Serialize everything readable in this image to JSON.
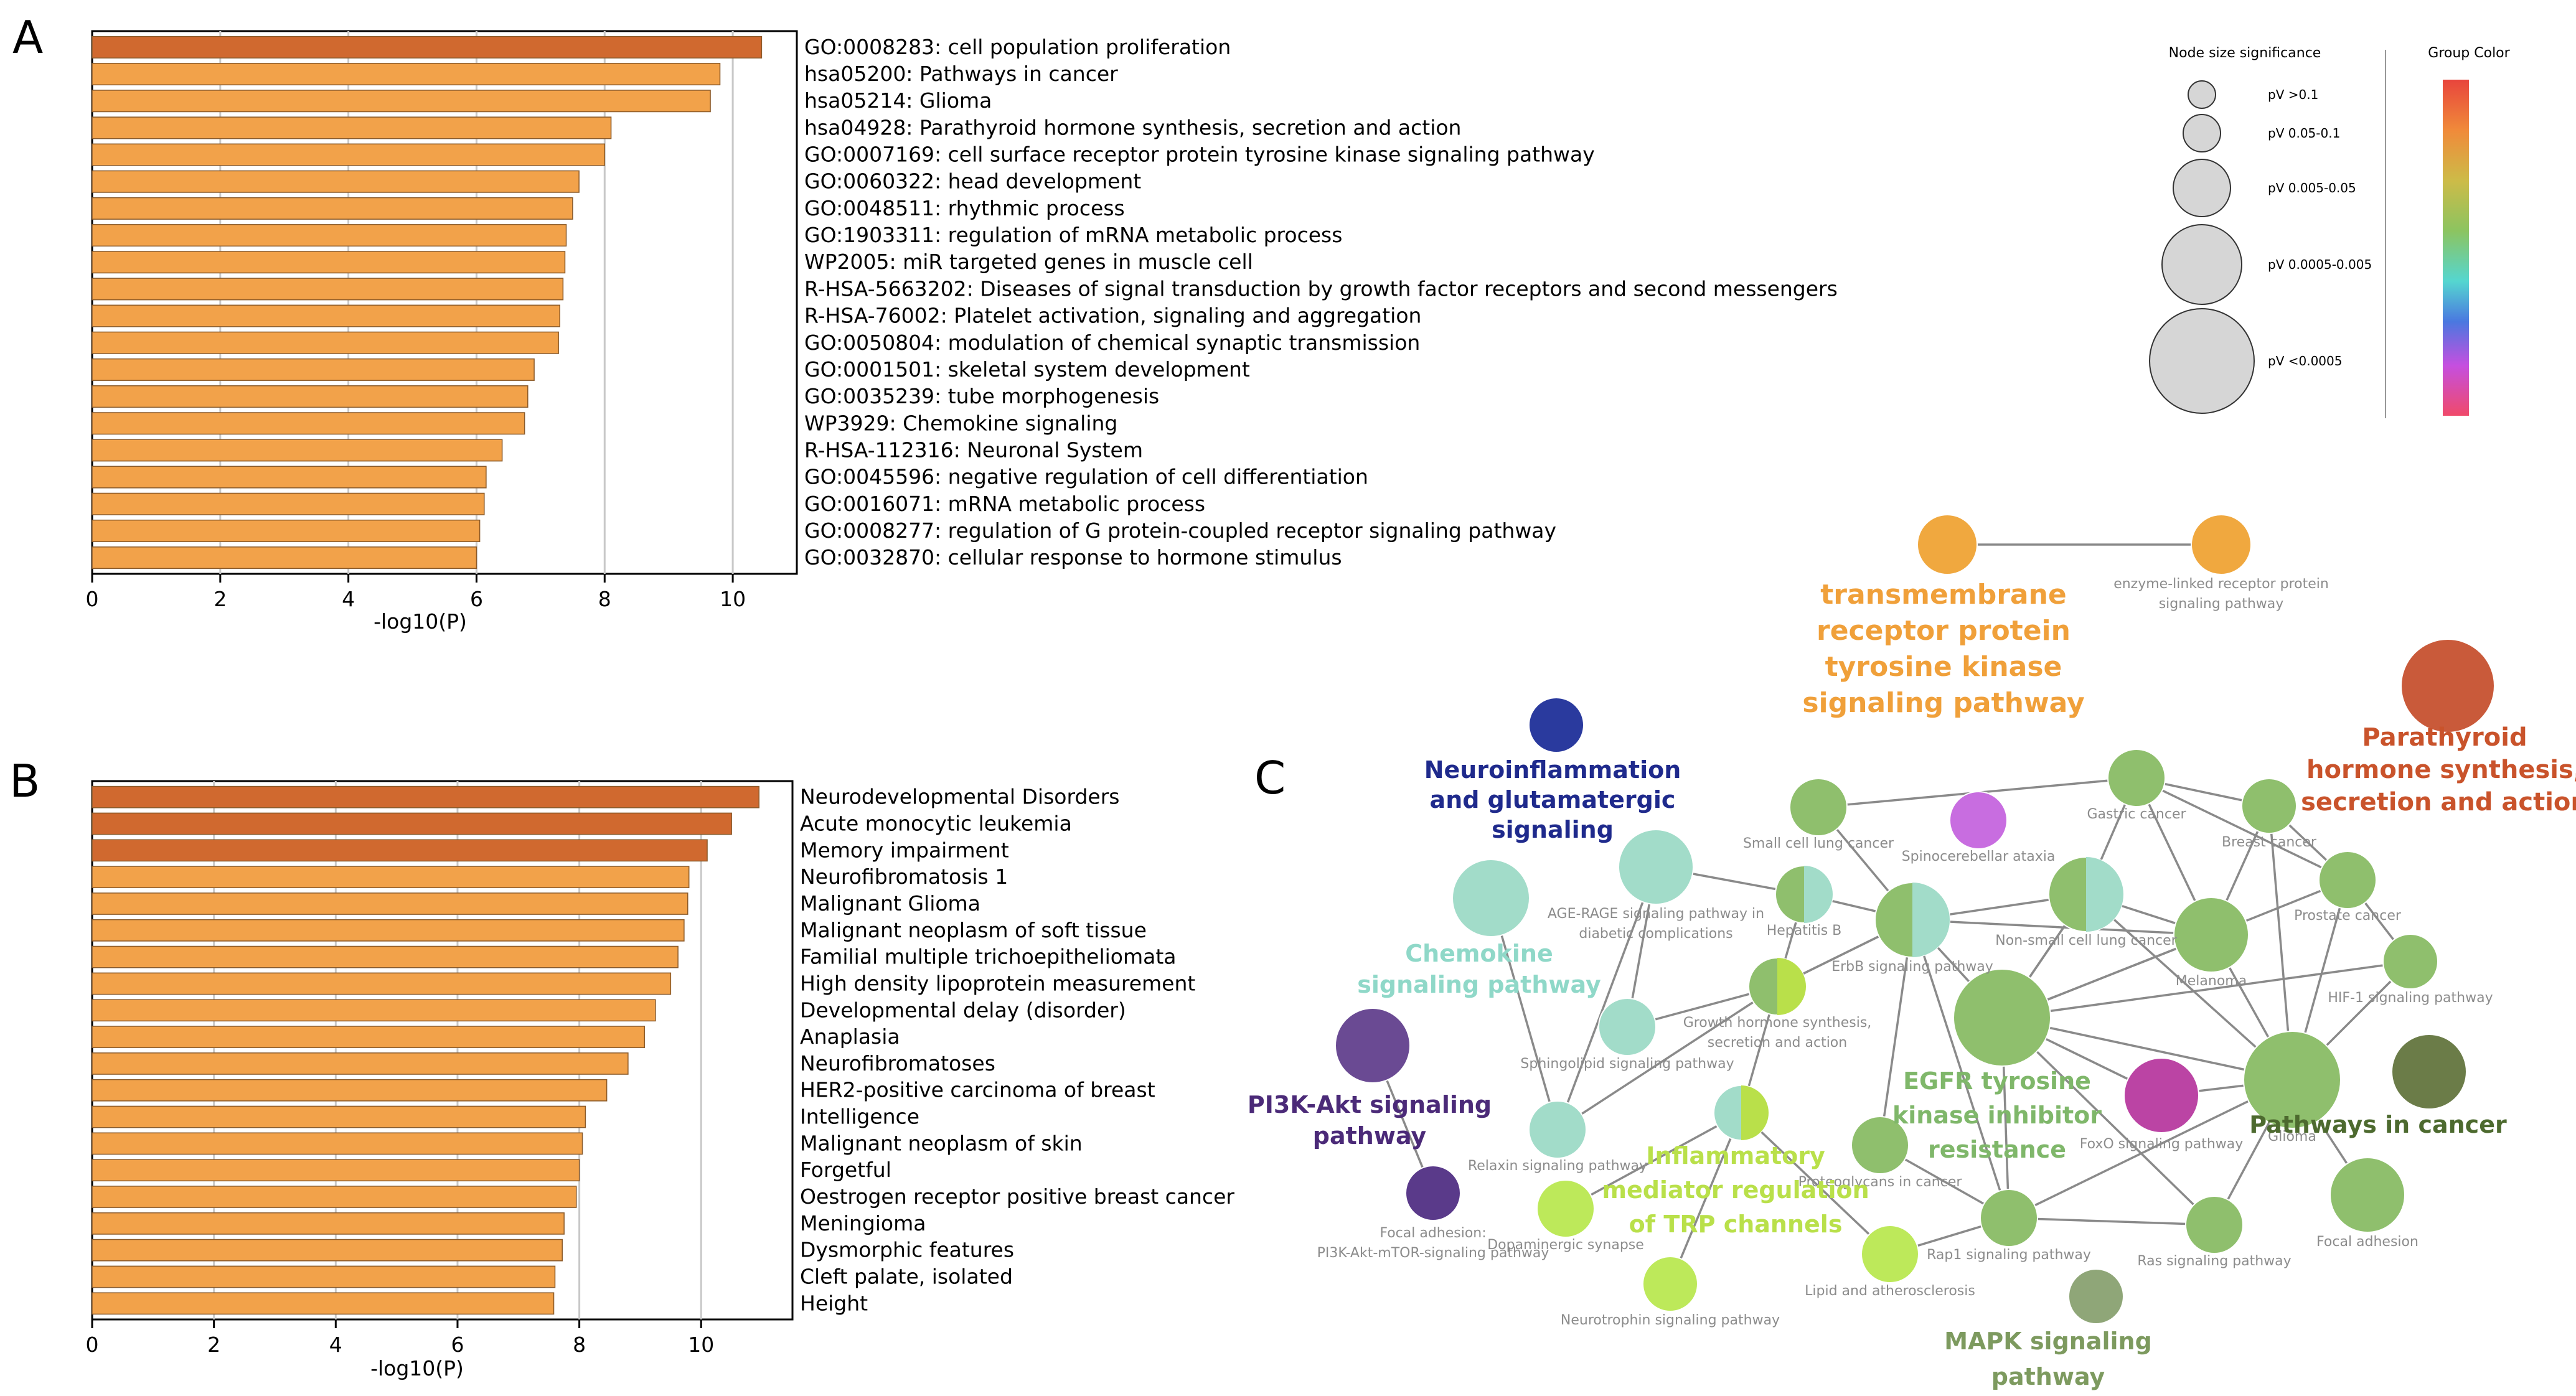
{
  "panels": {
    "A": {
      "letter": "A",
      "xlabel": "-log10(P)",
      "ticks": [
        0,
        2,
        4,
        6,
        8,
        10
      ],
      "xlim": [
        0,
        11
      ],
      "terms": [
        {
          "label": "GO:0008283: cell population proliferation",
          "value": 10.45,
          "hi": true
        },
        {
          "label": "hsa05200: Pathways in cancer",
          "value": 9.8,
          "hi": false
        },
        {
          "label": "hsa05214: Glioma",
          "value": 9.65,
          "hi": false
        },
        {
          "label": "hsa04928: Parathyroid hormone synthesis, secretion and action",
          "value": 8.1,
          "hi": false
        },
        {
          "label": "GO:0007169: cell surface receptor protein tyrosine kinase signaling pathway",
          "value": 8.0,
          "hi": false
        },
        {
          "label": "GO:0060322: head development",
          "value": 7.6,
          "hi": false
        },
        {
          "label": "GO:0048511: rhythmic process",
          "value": 7.5,
          "hi": false
        },
        {
          "label": "GO:1903311: regulation of mRNA metabolic process",
          "value": 7.4,
          "hi": false
        },
        {
          "label": "WP2005: miR targeted genes in muscle cell",
          "value": 7.38,
          "hi": false
        },
        {
          "label": "R-HSA-5663202: Diseases of signal transduction by growth factor receptors and second messengers",
          "value": 7.35,
          "hi": false
        },
        {
          "label": "R-HSA-76002: Platelet activation, signaling and aggregation",
          "value": 7.3,
          "hi": false
        },
        {
          "label": "GO:0050804: modulation of chemical synaptic transmission",
          "value": 7.28,
          "hi": false
        },
        {
          "label": "GO:0001501: skeletal system development",
          "value": 6.9,
          "hi": false
        },
        {
          "label": "GO:0035239: tube morphogenesis",
          "value": 6.8,
          "hi": false
        },
        {
          "label": "WP3929: Chemokine signaling",
          "value": 6.75,
          "hi": false
        },
        {
          "label": "R-HSA-112316: Neuronal System",
          "value": 6.4,
          "hi": false
        },
        {
          "label": "GO:0045596: negative regulation of cell differentiation",
          "value": 6.15,
          "hi": false
        },
        {
          "label": "GO:0016071: mRNA metabolic process",
          "value": 6.12,
          "hi": false
        },
        {
          "label": "GO:0008277: regulation of G protein-coupled receptor signaling pathway",
          "value": 6.05,
          "hi": false
        },
        {
          "label": "GO:0032870: cellular response to hormone stimulus",
          "value": 6.0,
          "hi": false
        }
      ]
    },
    "B": {
      "letter": "B",
      "xlabel": "-log10(P)",
      "ticks": [
        0,
        2,
        4,
        6,
        8,
        10
      ],
      "xlim": [
        0,
        11.5
      ],
      "terms": [
        {
          "label": "Neurodevelopmental Disorders",
          "value": 10.95,
          "hi": true
        },
        {
          "label": "Acute monocytic leukemia",
          "value": 10.5,
          "hi": true
        },
        {
          "label": "Memory impairment",
          "value": 10.1,
          "hi": true
        },
        {
          "label": "Neurofibromatosis 1",
          "value": 9.8,
          "hi": false
        },
        {
          "label": "Malignant Glioma",
          "value": 9.78,
          "hi": false
        },
        {
          "label": "Malignant neoplasm of soft tissue",
          "value": 9.72,
          "hi": false
        },
        {
          "label": "Familial multiple trichoepitheliomata",
          "value": 9.62,
          "hi": false
        },
        {
          "label": "High density lipoprotein measurement",
          "value": 9.5,
          "hi": false
        },
        {
          "label": "Developmental delay (disorder)",
          "value": 9.25,
          "hi": false
        },
        {
          "label": "Anaplasia",
          "value": 9.07,
          "hi": false
        },
        {
          "label": "Neurofibromatoses",
          "value": 8.8,
          "hi": false
        },
        {
          "label": "HER2-positive carcinoma of breast",
          "value": 8.45,
          "hi": false
        },
        {
          "label": "Intelligence",
          "value": 8.1,
          "hi": false
        },
        {
          "label": "Malignant neoplasm of skin",
          "value": 8.05,
          "hi": false
        },
        {
          "label": "Forgetful",
          "value": 8.0,
          "hi": false
        },
        {
          "label": "Oestrogen receptor positive breast cancer",
          "value": 7.95,
          "hi": false
        },
        {
          "label": "Meningioma",
          "value": 7.75,
          "hi": false
        },
        {
          "label": "Dysmorphic features",
          "value": 7.72,
          "hi": false
        },
        {
          "label": "Cleft palate, isolated",
          "value": 7.6,
          "hi": false
        },
        {
          "label": "Height",
          "value": 7.58,
          "hi": false
        }
      ]
    },
    "C": {
      "letter": "C",
      "legend": {
        "size_title": "Node size significance",
        "color_title": "Group Color",
        "sizes": [
          "pV >0.1",
          "pV 0.05-0.1",
          "pV 0.005-0.05",
          "pV 0.0005-0.005",
          "pV <0.0005"
        ]
      },
      "clusters": [
        {
          "id": "tm",
          "lines": [
            "transmembrane",
            "receptor protein",
            "tyrosine kinase",
            "signaling pathway"
          ],
          "color": "#f0a03a"
        },
        {
          "id": "pth",
          "lines": [
            "Parathyroid",
            "hormone synthesis,",
            "secretion and action"
          ],
          "color": "#c9532b"
        },
        {
          "id": "neuro",
          "lines": [
            "Neuroinflammation",
            "and glutamatergic",
            "signaling"
          ],
          "color": "#1f2a8c"
        },
        {
          "id": "chemo",
          "lines": [
            "Chemokine",
            "signaling pathway"
          ],
          "color": "#8fd8c8"
        },
        {
          "id": "pi3k",
          "lines": [
            "PI3K-Akt signaling",
            "pathway"
          ],
          "color": "#4b2a78"
        },
        {
          "id": "egfr",
          "lines": [
            "EGFR tyrosine",
            "kinase inhibitor",
            "resistance"
          ],
          "color": "#7fb76a"
        },
        {
          "id": "trp",
          "lines": [
            "Inflammatory",
            "mediator regulation",
            "of TRP channels"
          ],
          "color": "#b9e04a"
        },
        {
          "id": "mapk",
          "lines": [
            "MAPK signaling",
            "pathway"
          ],
          "color": "#7d9a5f"
        },
        {
          "id": "pic",
          "lines": [
            "Pathways in cancer"
          ],
          "color": "#4d6a2f"
        }
      ],
      "nodes": [
        {
          "id": "n1",
          "lines": [
            ""
          ],
          "color": "#f0a83f"
        },
        {
          "id": "n2",
          "lines": [
            "enzyme-linked receptor protein",
            "signaling pathway"
          ],
          "color": "#f0a83f"
        },
        {
          "id": "n3",
          "lines": [
            ""
          ],
          "color": "#c95a3a"
        },
        {
          "id": "n4",
          "lines": [
            ""
          ],
          "color": "#2a3a9e"
        },
        {
          "id": "n5",
          "lines": [
            "Small cell lung cancer"
          ],
          "color": "#8fbf6d"
        },
        {
          "id": "n6",
          "lines": [
            "Gastric cancer"
          ],
          "color": "#8fbf6d"
        },
        {
          "id": "n7",
          "lines": [
            "Spinocerebellar ataxia"
          ],
          "color": "#c86de0"
        },
        {
          "id": "n8",
          "lines": [
            "Breast cancer"
          ],
          "color": "#8fbf6d"
        },
        {
          "id": "n9",
          "lines": [
            "AGE-RAGE signaling pathway in",
            "diabetic complications"
          ],
          "color": "#a2dcc9"
        },
        {
          "id": "n10",
          "lines": [
            ""
          ],
          "color": "#a2dcc9"
        },
        {
          "id": "n11",
          "lines": [
            "Hepatitis B"
          ],
          "color": "#8fbf6d",
          "split": "#a2dcc9"
        },
        {
          "id": "n12",
          "lines": [
            "ErbB signaling pathway"
          ],
          "color": "#8fbf6d",
          "split": "#a2dcc9"
        },
        {
          "id": "n13",
          "lines": [
            "Non-small cell lung cancer"
          ],
          "color": "#8fbf6d",
          "split": "#a2dcc9"
        },
        {
          "id": "n14",
          "lines": [
            "Prostate cancer"
          ],
          "color": "#8fbf6d"
        },
        {
          "id": "n15",
          "lines": [
            "Melanoma"
          ],
          "color": "#8fbf6d"
        },
        {
          "id": "n16",
          "lines": [
            "HIF-1 signaling pathway"
          ],
          "color": "#8fbf6d"
        },
        {
          "id": "n17",
          "lines": [
            "Growth hormone synthesis,",
            "secretion and action"
          ],
          "color": "#8fbf6d",
          "split": "#b9e04a"
        },
        {
          "id": "n18",
          "lines": [
            "Sphingolipid signaling pathway"
          ],
          "color": "#a2dcc9"
        },
        {
          "id": "n19",
          "lines": [
            ""
          ],
          "color": "#6a4a93"
        },
        {
          "id": "n20",
          "lines": [
            ""
          ],
          "color": "#8fbf6d"
        },
        {
          "id": "n21",
          "lines": [
            "FoxO signaling pathway"
          ],
          "color": "#bb44a4"
        },
        {
          "id": "n22",
          "lines": [
            "Glioma"
          ],
          "color": "#8fbf6d"
        },
        {
          "id": "n23",
          "lines": [
            ""
          ],
          "color": "#6b7c48"
        },
        {
          "id": "n24",
          "lines": [
            "Relaxin signaling pathway"
          ],
          "color": "#a2dcc9"
        },
        {
          "id": "n25",
          "lines": [
            ""
          ],
          "color": "#a2dcc9",
          "split": "#b9e04a"
        },
        {
          "id": "n26",
          "lines": [
            "Proteoglycans in cancer"
          ],
          "color": "#8fbf6d"
        },
        {
          "id": "n27",
          "lines": [
            "Focal adhesion:",
            "PI3K-Akt-mTOR-signaling pathway"
          ],
          "color": "#5a3a8a"
        },
        {
          "id": "n28",
          "lines": [
            "Dopaminergic synapse"
          ],
          "color": "#bde95a"
        },
        {
          "id": "n29",
          "lines": [
            "Rap1 signaling pathway"
          ],
          "color": "#8fbf6d"
        },
        {
          "id": "n30",
          "lines": [
            "Ras signaling pathway"
          ],
          "color": "#8fbf6d"
        },
        {
          "id": "n31",
          "lines": [
            "Focal adhesion"
          ],
          "color": "#8fbf6d"
        },
        {
          "id": "n32",
          "lines": [
            "Lipid and atherosclerosis"
          ],
          "color": "#bde95a"
        },
        {
          "id": "n33",
          "lines": [
            "Neurotrophin signaling pathway"
          ],
          "color": "#bde95a"
        },
        {
          "id": "n34",
          "lines": [
            ""
          ],
          "color": "#8fa678"
        }
      ],
      "edges": [
        [
          "n1",
          "n2"
        ],
        [
          "n19",
          "n27"
        ],
        [
          "n5",
          "n6"
        ],
        [
          "n5",
          "n12"
        ],
        [
          "n6",
          "n8"
        ],
        [
          "n6",
          "n13"
        ],
        [
          "n6",
          "n15"
        ],
        [
          "n6",
          "n14"
        ],
        [
          "n8",
          "n15"
        ],
        [
          "n8",
          "n14"
        ],
        [
          "n8",
          "n22"
        ],
        [
          "n9",
          "n11"
        ],
        [
          "n9",
          "n18"
        ],
        [
          "n9",
          "n24"
        ],
        [
          "n11",
          "n12"
        ],
        [
          "n11",
          "n17"
        ],
        [
          "n12",
          "n13"
        ],
        [
          "n12",
          "n17"
        ],
        [
          "n12",
          "n20"
        ],
        [
          "n12",
          "n15"
        ],
        [
          "n12",
          "n29"
        ],
        [
          "n12",
          "n26"
        ],
        [
          "n13",
          "n15"
        ],
        [
          "n13",
          "n20"
        ],
        [
          "n13",
          "n22"
        ],
        [
          "n14",
          "n15"
        ],
        [
          "n14",
          "n22"
        ],
        [
          "n14",
          "n16"
        ],
        [
          "n15",
          "n20"
        ],
        [
          "n15",
          "n22"
        ],
        [
          "n16",
          "n20"
        ],
        [
          "n16",
          "n22"
        ],
        [
          "n17",
          "n18"
        ],
        [
          "n17",
          "n25"
        ],
        [
          "n17",
          "n24"
        ],
        [
          "n17",
          "n12"
        ],
        [
          "n20",
          "n21"
        ],
        [
          "n20",
          "n22"
        ],
        [
          "n20",
          "n29"
        ],
        [
          "n20",
          "n30"
        ],
        [
          "n20",
          "n15"
        ],
        [
          "n22",
          "n31"
        ],
        [
          "n22",
          "n30"
        ],
        [
          "n22",
          "n29"
        ],
        [
          "n22",
          "n21"
        ],
        [
          "n25",
          "n28"
        ],
        [
          "n25",
          "n33"
        ],
        [
          "n25",
          "n32"
        ],
        [
          "n29",
          "n30"
        ],
        [
          "n29",
          "n32"
        ],
        [
          "n26",
          "n29"
        ],
        [
          "n10",
          "n24"
        ],
        [
          "n20",
          "n13"
        ]
      ]
    }
  }
}
